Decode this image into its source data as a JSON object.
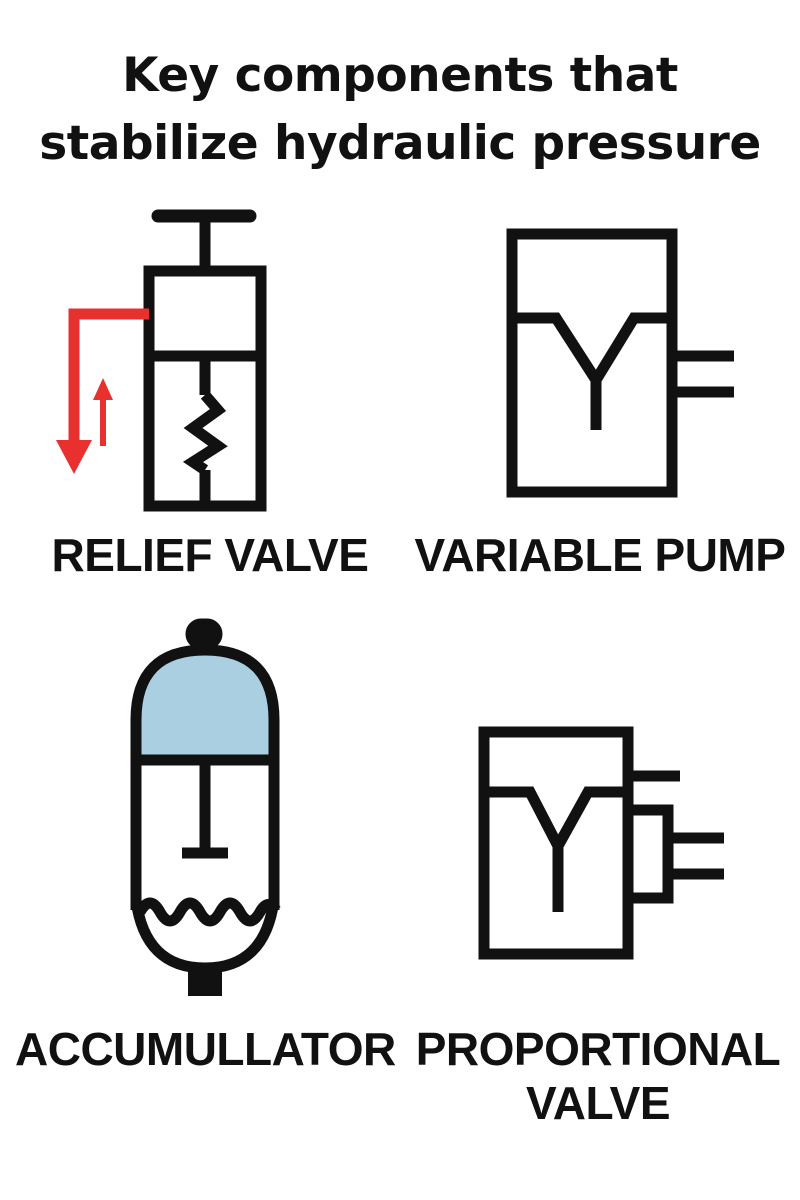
{
  "title": {
    "line1": "Key components that",
    "line2": "stabilize hydraulic pressure"
  },
  "components": {
    "relief_valve": {
      "label": "RELIEF VALVE",
      "icon": "relief-valve-symbol"
    },
    "variable_pump": {
      "label": "VARIABLE PUMP",
      "icon": "variable-pump-symbol"
    },
    "accumulator": {
      "label": "ACCUMULLATOR",
      "icon": "accumulator-symbol"
    },
    "proportional_valve": {
      "label_line1": "PROPORTIONAL",
      "label_line2": "VALVE",
      "icon": "proportional-valve-symbol"
    }
  },
  "colors": {
    "ink": "#111111",
    "flow_arrow": "#e8312f",
    "gas_fill": "#a9cfe0",
    "background": "#ffffff"
  }
}
